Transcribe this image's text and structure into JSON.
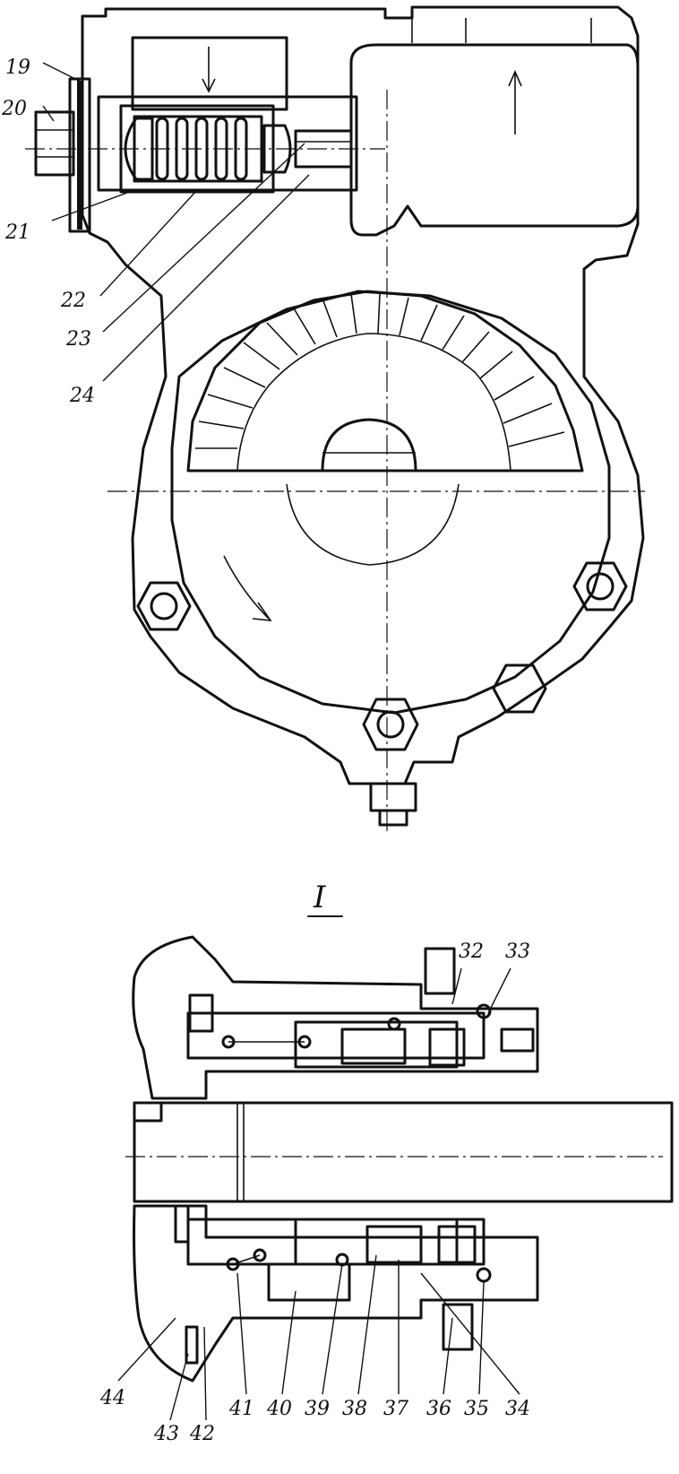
{
  "view_caption": "I",
  "labels_top": [
    "19",
    "20",
    "21",
    "22",
    "23",
    "24"
  ],
  "labels_bottom_right": [
    "32",
    "33"
  ],
  "labels_bottom_row": [
    "44",
    "41",
    "40",
    "39",
    "38",
    "37",
    "36",
    "35",
    "34"
  ],
  "labels_bottom_lower": [
    "43",
    "42"
  ]
}
